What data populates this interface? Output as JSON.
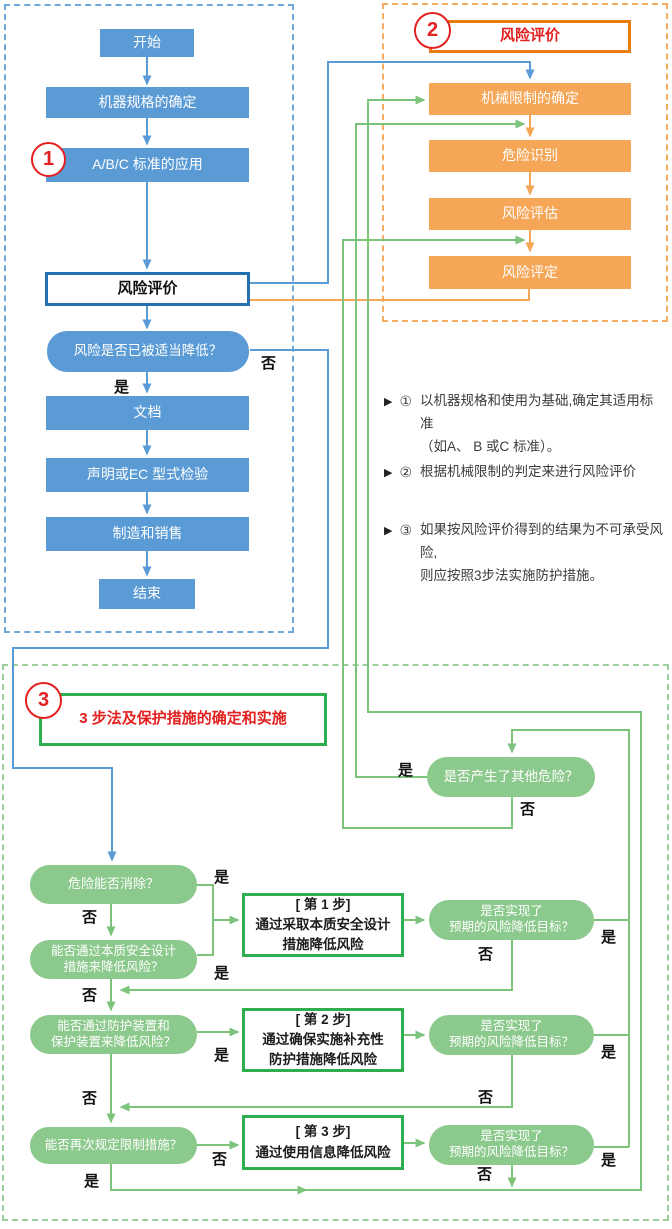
{
  "labels": {
    "yes": "是",
    "no": "否"
  },
  "section1": {
    "badge": "1",
    "nodes": {
      "start": "开始",
      "machine_spec": "机器规格的确定",
      "abc_standards": "A/B/C 标准的应用",
      "risk_assessment": "风险评价",
      "risk_lowered_q": "风险是否已被适当降低？",
      "documentation": "文档",
      "declaration": "声明或EC 型式检验",
      "manufacture": "制造和销售",
      "end": "结束"
    }
  },
  "section2": {
    "badge": "2",
    "title": "风险评价",
    "nodes": {
      "machine_limits": "机械限制的确定",
      "hazard_identification": "危险识别",
      "risk_estimation": "风险评估",
      "risk_evaluation": "风险评定"
    }
  },
  "notes": {
    "marker": "▶",
    "items": [
      {
        "num": "①",
        "text": "以机器规格和使用为基础,确定其适用标准\n（如A、 B 或C 标准）。"
      },
      {
        "num": "②",
        "text": "根据机械限制的判定来进行风险评价"
      },
      {
        "num": "③",
        "text": "如果按风险评价得到的结果为不可承受风险,\n则应按照3步法实施防护措施。"
      }
    ]
  },
  "section3": {
    "badge": "3",
    "title": "3 步法及保护措施的确定和实施",
    "nodes": {
      "other_hazards_q": "是否产生了其他危险？",
      "eliminate_q": "危险能否消除？",
      "inherent_design_q": "能否通过本质安全设计\n措施来降低风险？",
      "safeguard_q": "能否通过防护装置和\n保护装置来降低风险？",
      "limits_again_q": "能否再次规定限制措施？",
      "step1": "[ 第 1 步]\n通过采取本质安全设计\n措施降低风险",
      "step2": "[ 第 2 步]\n通过确保实施补充性\n防护措施降低风险",
      "step3": "[ 第 3 步]\n通过使用信息降低风险",
      "goal_q": "是否实现了\n预期的风险降低目标？"
    }
  },
  "colors": {
    "blue": "#5B9BD5",
    "blue_border": "#2470B3",
    "blue_dashed": "#6FA8DC",
    "orange": "#F5A657",
    "orange_border": "#E87C0E",
    "green_fill": "#8CC98C",
    "green_line": "#7CC47C",
    "green_border": "#2FAE4F",
    "red": "#E32020"
  }
}
